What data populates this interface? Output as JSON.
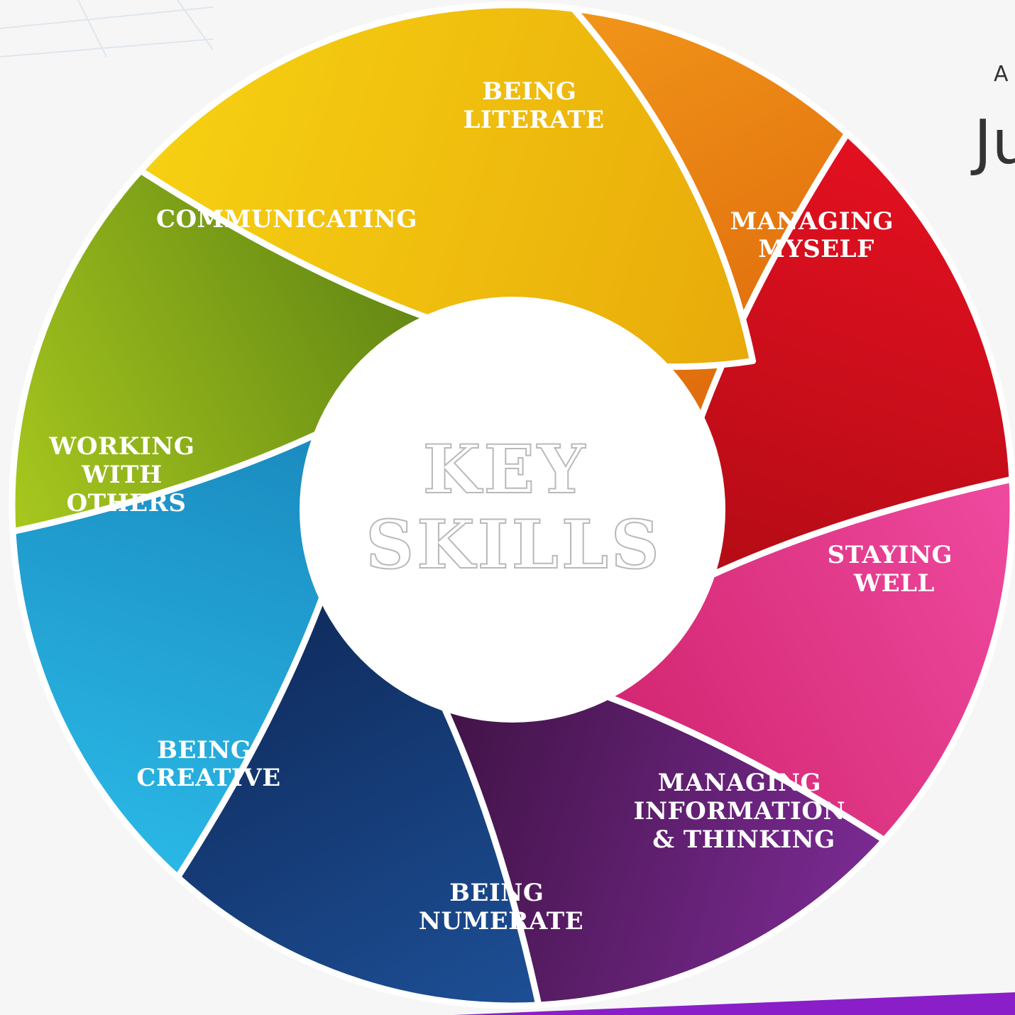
{
  "center": {
    "line1": "KEY",
    "line2": "SKILLS"
  },
  "segments": [
    {
      "id": "being-literate",
      "lines": [
        "BEING",
        "LITERATE"
      ],
      "color_light": "#f39a1a",
      "color_dark": "#d85a08"
    },
    {
      "id": "managing-myself",
      "lines": [
        "MANAGING",
        "MYSELF"
      ],
      "color_light": "#e31020",
      "color_dark": "#a20a12"
    },
    {
      "id": "staying-well",
      "lines": [
        "STAYING",
        "WELL"
      ],
      "color_light": "#ef4aa0",
      "color_dark": "#c8195f"
    },
    {
      "id": "managing-information-thinking",
      "lines": [
        "MANAGING",
        "INFORMATION",
        "& THINKING"
      ],
      "color_light": "#7a2a92",
      "color_dark": "#2a0a28"
    },
    {
      "id": "being-numerate",
      "lines": [
        "BEING",
        "NUMERATE"
      ],
      "color_light": "#1d4f95",
      "color_dark": "#0a1f4a"
    },
    {
      "id": "being-creative",
      "lines": [
        "BEING",
        "CREATIVE"
      ],
      "color_light": "#2ab8e6",
      "color_dark": "#1479b0"
    },
    {
      "id": "working-with-others",
      "lines": [
        "WORKING",
        "WITH",
        "OTHERS"
      ],
      "color_light": "#a8c81e",
      "color_dark": "#4a7010"
    },
    {
      "id": "communicating",
      "lines": [
        "COMMUNICATING"
      ],
      "color_light": "#f6d012",
      "color_dark": "#e8aa0a"
    }
  ],
  "corner": {
    "line1": "A",
    "line2": "Ju"
  },
  "colors": {
    "background": "#f6f6f6",
    "bottom_band": "#8a1ec8"
  }
}
